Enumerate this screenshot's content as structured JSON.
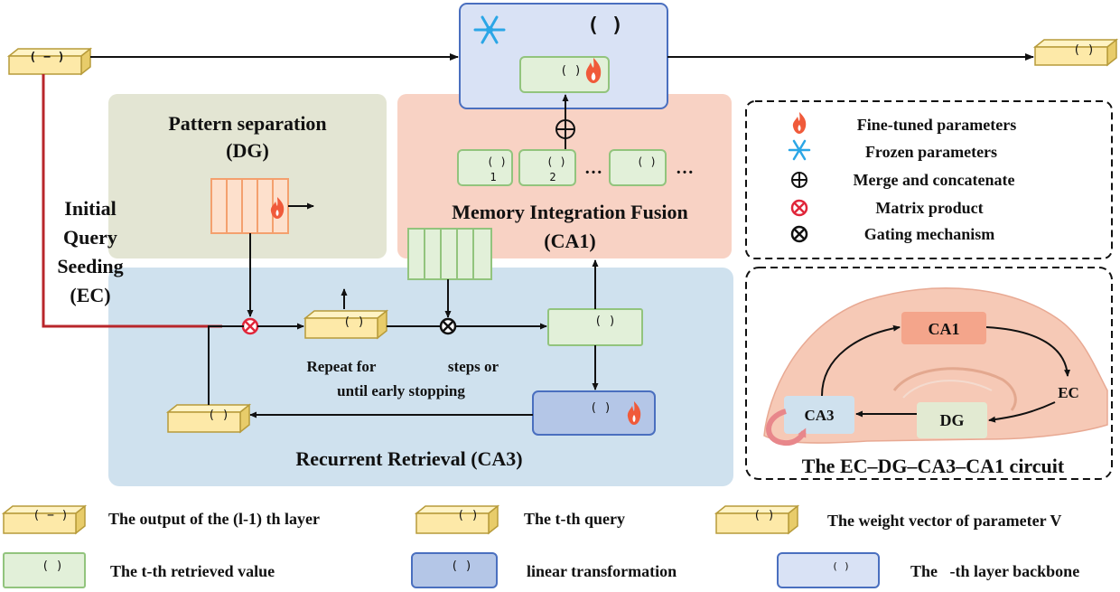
{
  "colors": {
    "dg_panel": "#e3e5d3",
    "ca1_panel": "#f8d2c4",
    "ca3_panel": "#cfe1ee",
    "ec_line": "#b8262b",
    "backbone_fill": "#d9e2f5",
    "backbone_stroke": "#4a6fbf",
    "green_fill": "#e2f0d9",
    "green_stroke": "#92c47d",
    "gold_fill": "#fde9a8",
    "gold_stroke": "#b79b3a",
    "linear_fill": "#b4c6e7",
    "circuit_ca1": "#f4a58b",
    "circuit_ec_shape": "#f6c9b6"
  },
  "diagram": {
    "paren_empty": "( )",
    "paren_minus": "( − )",
    "fusion_slot_1": "1",
    "fusion_slot_2": "2",
    "ellipsis": "…",
    "dg": {
      "title_line1": "Pattern separation",
      "title_line2": "(DG)"
    },
    "ec": {
      "line1": "Initial",
      "line2": "Query",
      "line3": "Seeding",
      "line4": "(EC)"
    },
    "ca1": {
      "title_line1": "Memory Integration Fusion",
      "title_line2": "(CA1)"
    },
    "ca3": {
      "title": "Recurrent Retrieval (CA3)",
      "repeat_line1_a": "Repeat for",
      "repeat_line1_b": "steps or",
      "repeat_line2": "until early stopping"
    }
  },
  "legend_top": {
    "fine_tuned": "Fine-tuned parameters",
    "frozen": "Frozen parameters",
    "merge": "Merge and concatenate",
    "matrix": "Matrix product",
    "gating": "Gating mechanism"
  },
  "circuit": {
    "ca1": "CA1",
    "ec": "EC",
    "dg": "DG",
    "ca3": "CA3",
    "title": "The EC–DG–CA3–CA1 circuit"
  },
  "legend_bottom": {
    "prev_layer": "The output of the (l-1) th layer",
    "query": "The t-th query",
    "weight": "The weight vector of parameter V",
    "retrieved": "The t-th retrieved value",
    "linear": "linear transformation",
    "backbone": "The   -th layer backbone"
  }
}
